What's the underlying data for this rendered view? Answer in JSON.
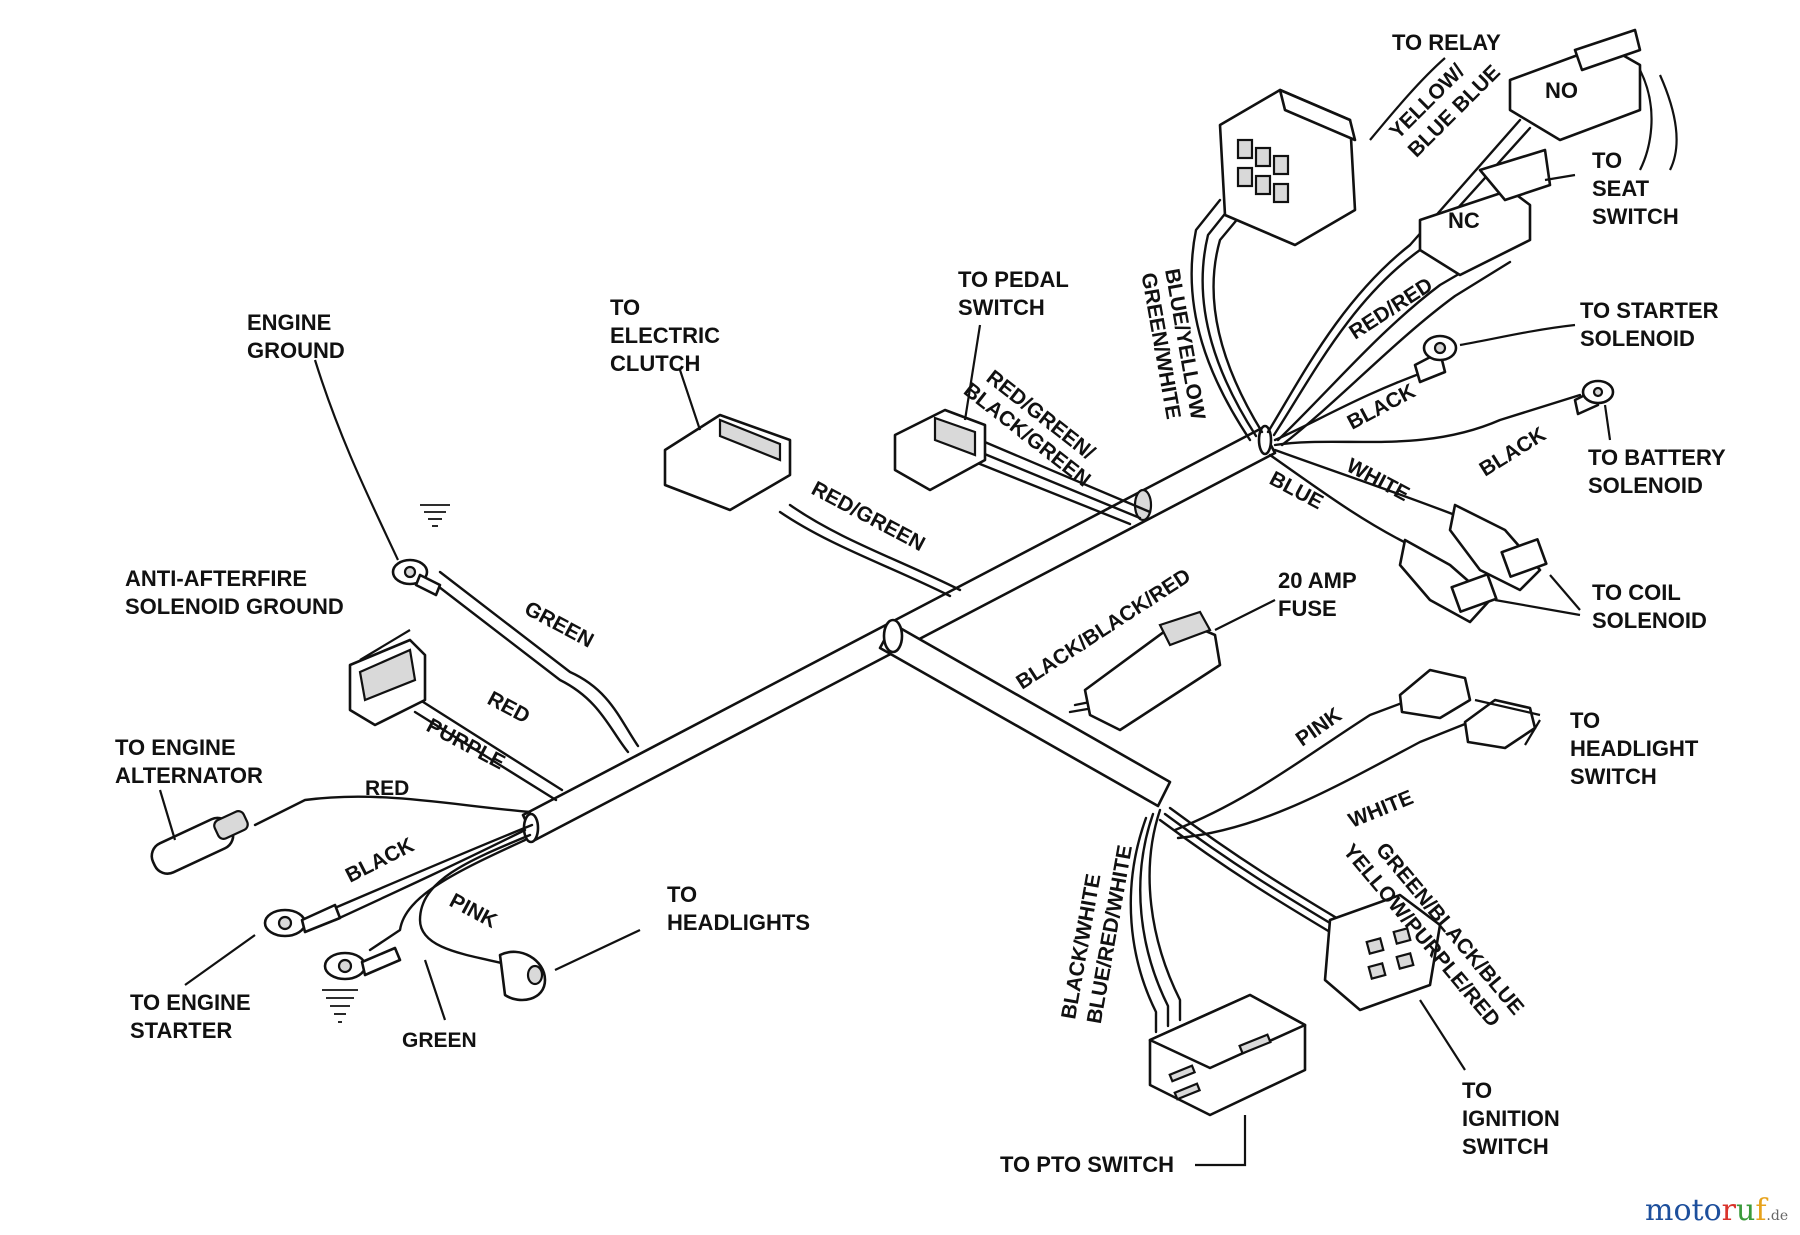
{
  "callouts": {
    "to_relay": "TO RELAY",
    "seat_switch": [
      "TO",
      "SEAT",
      "SWITCH"
    ],
    "pedal_switch": [
      "TO PEDAL",
      "SWITCH"
    ],
    "electric_clutch": [
      "TO",
      "ELECTRIC",
      "CLUTCH"
    ],
    "engine_ground": [
      "ENGINE",
      "GROUND"
    ],
    "starter_solenoid": [
      "TO STARTER",
      "SOLENOID"
    ],
    "battery_solenoid": [
      "TO BATTERY",
      "SOLENOID"
    ],
    "anti_afterfire": [
      "ANTI-AFTERFIRE",
      "SOLENOID GROUND"
    ],
    "fuse": [
      "20 AMP",
      "FUSE"
    ],
    "coil_solenoid": [
      "TO COIL",
      "SOLENOID"
    ],
    "headlight_switch": [
      "TO",
      "HEADLIGHT",
      "SWITCH"
    ],
    "engine_alternator": [
      "TO ENGINE",
      "ALTERNATOR"
    ],
    "headlights": [
      "TO",
      "HEADLIGHTS"
    ],
    "engine_starter": [
      "TO ENGINE",
      "STARTER"
    ],
    "ignition_switch": [
      "TO",
      "IGNITION",
      "SWITCH"
    ],
    "pto_switch": "TO PTO SWITCH"
  },
  "wire_labels": {
    "yellow_blue": [
      "YELLOW/",
      "BLUE BLUE"
    ],
    "blue_yellow_green_white": [
      "BLUE/YELLOW",
      "GREEN/WHITE"
    ],
    "red_red": "RED/RED",
    "red_green_black_green": [
      "RED/GREEN/",
      "BLACK/GREEN"
    ],
    "black_upper": "BLACK",
    "black_battery": "BLACK",
    "white_coil": "WHITE",
    "blue": "BLUE",
    "red_green_clutch": "RED/GREEN",
    "green_ground": "GREEN",
    "red_anti": "RED",
    "purple": "PURPLE",
    "black_black_red": "BLACK/BLACK/RED",
    "pink_headlight": "PINK",
    "white_headlight": "WHITE",
    "red_alternator": "RED",
    "black_starter": "BLACK",
    "pink_headlights": "PINK",
    "green_bottom": "GREEN",
    "pto_wires": [
      "BLACK/WHITE",
      "BLUE/RED/WHITE"
    ],
    "ignition_wires": [
      "GREEN/BLACK/BLUE",
      "YELLOW/PURPLE/RED"
    ]
  },
  "connector_marks": {
    "no": "NO",
    "nc": "NC"
  },
  "watermark": {
    "brand": "motoruf",
    "suffix": ".de",
    "letter_colors": [
      "#1d4f9c",
      "#1d4f9c",
      "#1d4f9c",
      "#1d4f9c",
      "#d9332b",
      "#3a9a3a",
      "#e7a21b"
    ]
  }
}
